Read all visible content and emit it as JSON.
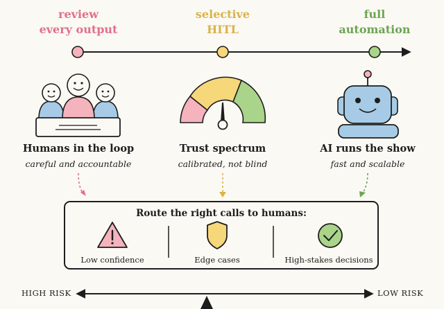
{
  "spectrum": {
    "left": {
      "line1": "review",
      "line2": "every output",
      "color": "#e0708a"
    },
    "middle": {
      "line1": "selective",
      "line2": "HITL",
      "color": "#d9b24a"
    },
    "right": {
      "line1": "full",
      "line2": "automation",
      "color": "#6ca552"
    }
  },
  "columns": {
    "humans": {
      "title": "Humans in the loop",
      "subtitle": "careful and accountable",
      "icon": "people-group-icon"
    },
    "trust": {
      "title": "Trust spectrum",
      "subtitle": "calibrated, not blind",
      "icon": "gauge-icon"
    },
    "ai": {
      "title": "AI runs the show",
      "subtitle": "fast and scalable",
      "icon": "robot-icon"
    }
  },
  "route": {
    "title": "Route the right calls to humans:",
    "items": [
      {
        "label": "Low confidence",
        "icon": "warning-icon"
      },
      {
        "label": "Edge cases",
        "icon": "shield-icon"
      },
      {
        "label": "High-stakes decisions",
        "icon": "check-circle-icon"
      }
    ]
  },
  "risk_axis": {
    "left": "HIGH RISK",
    "right": "LOW RISK"
  },
  "colors": {
    "pink": "#f4b3bd",
    "yellow": "#f6d77a",
    "green": "#a9d48a",
    "blue": "#a7cbe6",
    "ink": "#1d1d1d"
  }
}
